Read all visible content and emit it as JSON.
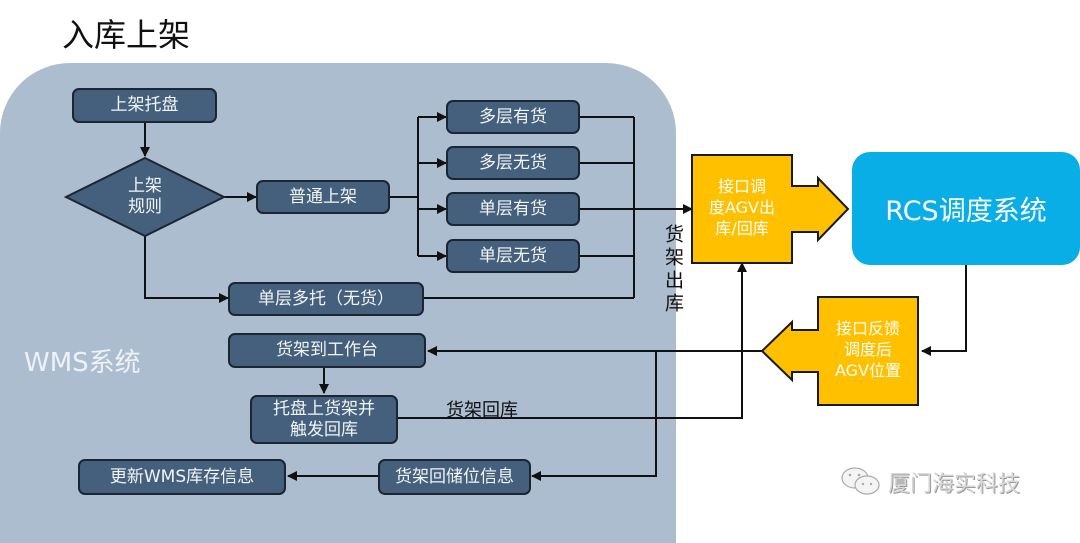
{
  "title": "入库上架",
  "wms": {
    "label": "WMS系统",
    "panel_color": "#adbdd0"
  },
  "nodes": {
    "put_pallet": "上架托盘",
    "rule_line1": "上架",
    "rule_line2": "规则",
    "normal_shelf": "普通上架",
    "multi_with": "多层有货",
    "multi_without": "多层无货",
    "single_with": "单层有货",
    "single_without": "单层无货",
    "single_multi": "单层多托（无货）",
    "shelf_to_station": "货架到工作台",
    "pallet_on_shelf_l1": "托盘上货架并",
    "pallet_on_shelf_l2": "触发回库",
    "update_inventory": "更新WMS库存信息",
    "shelf_return_info": "货架回储位信息"
  },
  "interface_out": {
    "line1": "接口调",
    "line2": "度AGV出",
    "line3": "库/回库"
  },
  "interface_back": {
    "line1": "接口反馈",
    "line2": "调度后",
    "line3": "AGV位置"
  },
  "rcs": {
    "label": "RCS调度系统",
    "color": "#0aaee6"
  },
  "edge_labels": {
    "shelf_out": "货架出库",
    "shelf_return": "货架回库"
  },
  "watermark": {
    "icon": "wechat-icon",
    "text": "厦门海实科技"
  },
  "colors": {
    "node": "#45607d",
    "interface": "#ffc000",
    "rcs": "#0aaee6"
  }
}
